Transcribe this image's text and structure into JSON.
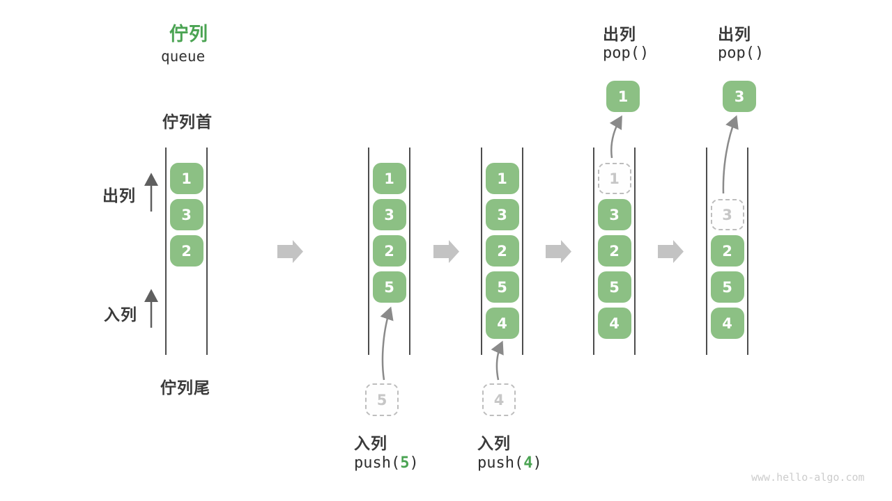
{
  "title": {
    "zh": "佇列",
    "en": "queue"
  },
  "side_labels": {
    "front": "佇列首",
    "dequeue": "出列",
    "enqueue": "入列",
    "rear": "佇列尾"
  },
  "watermark": "www.hello-algo.com",
  "colors": {
    "accent_green": "#4aa352",
    "box_green": "#8cc084",
    "text_dark": "#3a3a3a",
    "code_dark": "#2f2f2f",
    "line_dark": "#4d4d4d",
    "block_arrow_gray": "#c3c3c3",
    "curve_arrow_gray": "#8a8a8a",
    "side_arrow_gray": "#5f5f5f",
    "ghost_border_gray": "#bdbdbd",
    "ghost_text_gray": "#c6c6c6",
    "watermark_gray": "#cccccc"
  },
  "states": [
    {
      "slots": [
        {
          "v": "1"
        },
        {
          "v": "3"
        },
        {
          "v": "2"
        },
        null,
        null
      ]
    },
    {
      "slots": [
        {
          "v": "1"
        },
        {
          "v": "3"
        },
        {
          "v": "2"
        },
        {
          "v": "5"
        },
        null
      ],
      "bottom_op": {
        "label": "入列",
        "fn": "push(",
        "arg": "5",
        "close": ")",
        "ghost": "5"
      }
    },
    {
      "slots": [
        {
          "v": "1"
        },
        {
          "v": "3"
        },
        {
          "v": "2"
        },
        {
          "v": "5"
        },
        {
          "v": "4"
        }
      ],
      "bottom_op": {
        "label": "入列",
        "fn": "push(",
        "arg": "4",
        "close": ")",
        "ghost": "4"
      }
    },
    {
      "slots": [
        {
          "v": "1",
          "ghost": true
        },
        {
          "v": "3"
        },
        {
          "v": "2"
        },
        {
          "v": "5"
        },
        {
          "v": "4"
        }
      ],
      "top_op": {
        "label": "出列",
        "fn": "pop()",
        "popped": "1"
      }
    },
    {
      "slots": [
        null,
        {
          "v": "3",
          "ghost": true
        },
        {
          "v": "2"
        },
        {
          "v": "5"
        },
        {
          "v": "4"
        }
      ],
      "top_op": {
        "label": "出列",
        "fn": "pop()",
        "popped": "3"
      }
    }
  ]
}
